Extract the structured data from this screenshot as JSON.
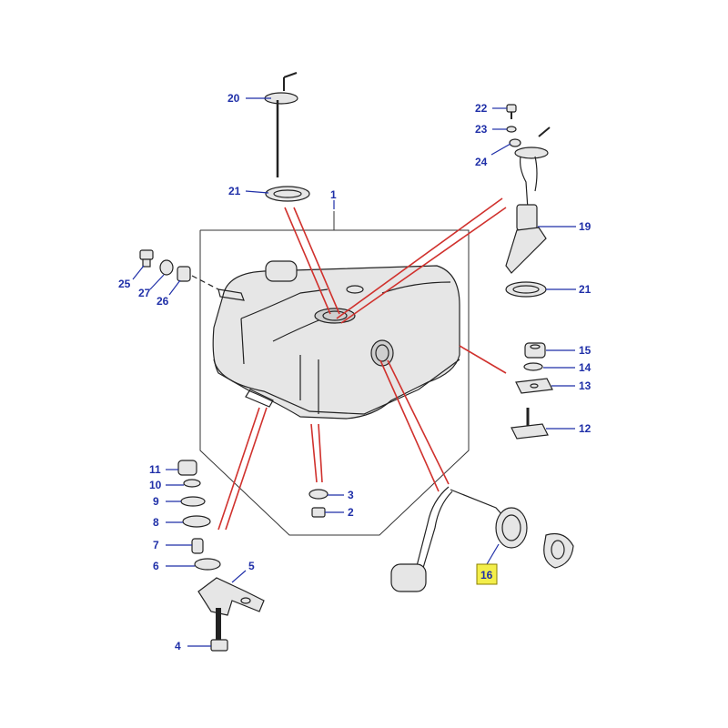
{
  "colors": {
    "callout_text": "#1f2fa8",
    "leader_line": "#1f2fa8",
    "guide_line": "#d0312d",
    "part_stroke": "#222222",
    "highlight_fill": "#f3ee4a",
    "highlight_border": "#8a7f00"
  },
  "callouts": [
    {
      "id": "1",
      "label": "1"
    },
    {
      "id": "2",
      "label": "2"
    },
    {
      "id": "3",
      "label": "3"
    },
    {
      "id": "4",
      "label": "4"
    },
    {
      "id": "5",
      "label": "5"
    },
    {
      "id": "6",
      "label": "6"
    },
    {
      "id": "7",
      "label": "7"
    },
    {
      "id": "8",
      "label": "8"
    },
    {
      "id": "9",
      "label": "9"
    },
    {
      "id": "10",
      "label": "10"
    },
    {
      "id": "11",
      "label": "11"
    },
    {
      "id": "12",
      "label": "12"
    },
    {
      "id": "13",
      "label": "13"
    },
    {
      "id": "14",
      "label": "14"
    },
    {
      "id": "15",
      "label": "15"
    },
    {
      "id": "16",
      "label": "16",
      "highlighted": true
    },
    {
      "id": "19",
      "label": "19"
    },
    {
      "id": "20",
      "label": "20"
    },
    {
      "id": "21a",
      "label": "21"
    },
    {
      "id": "21b",
      "label": "21"
    },
    {
      "id": "22",
      "label": "22"
    },
    {
      "id": "23",
      "label": "23"
    },
    {
      "id": "24",
      "label": "24"
    },
    {
      "id": "25",
      "label": "25"
    },
    {
      "id": "26",
      "label": "26"
    },
    {
      "id": "27",
      "label": "27"
    }
  ]
}
